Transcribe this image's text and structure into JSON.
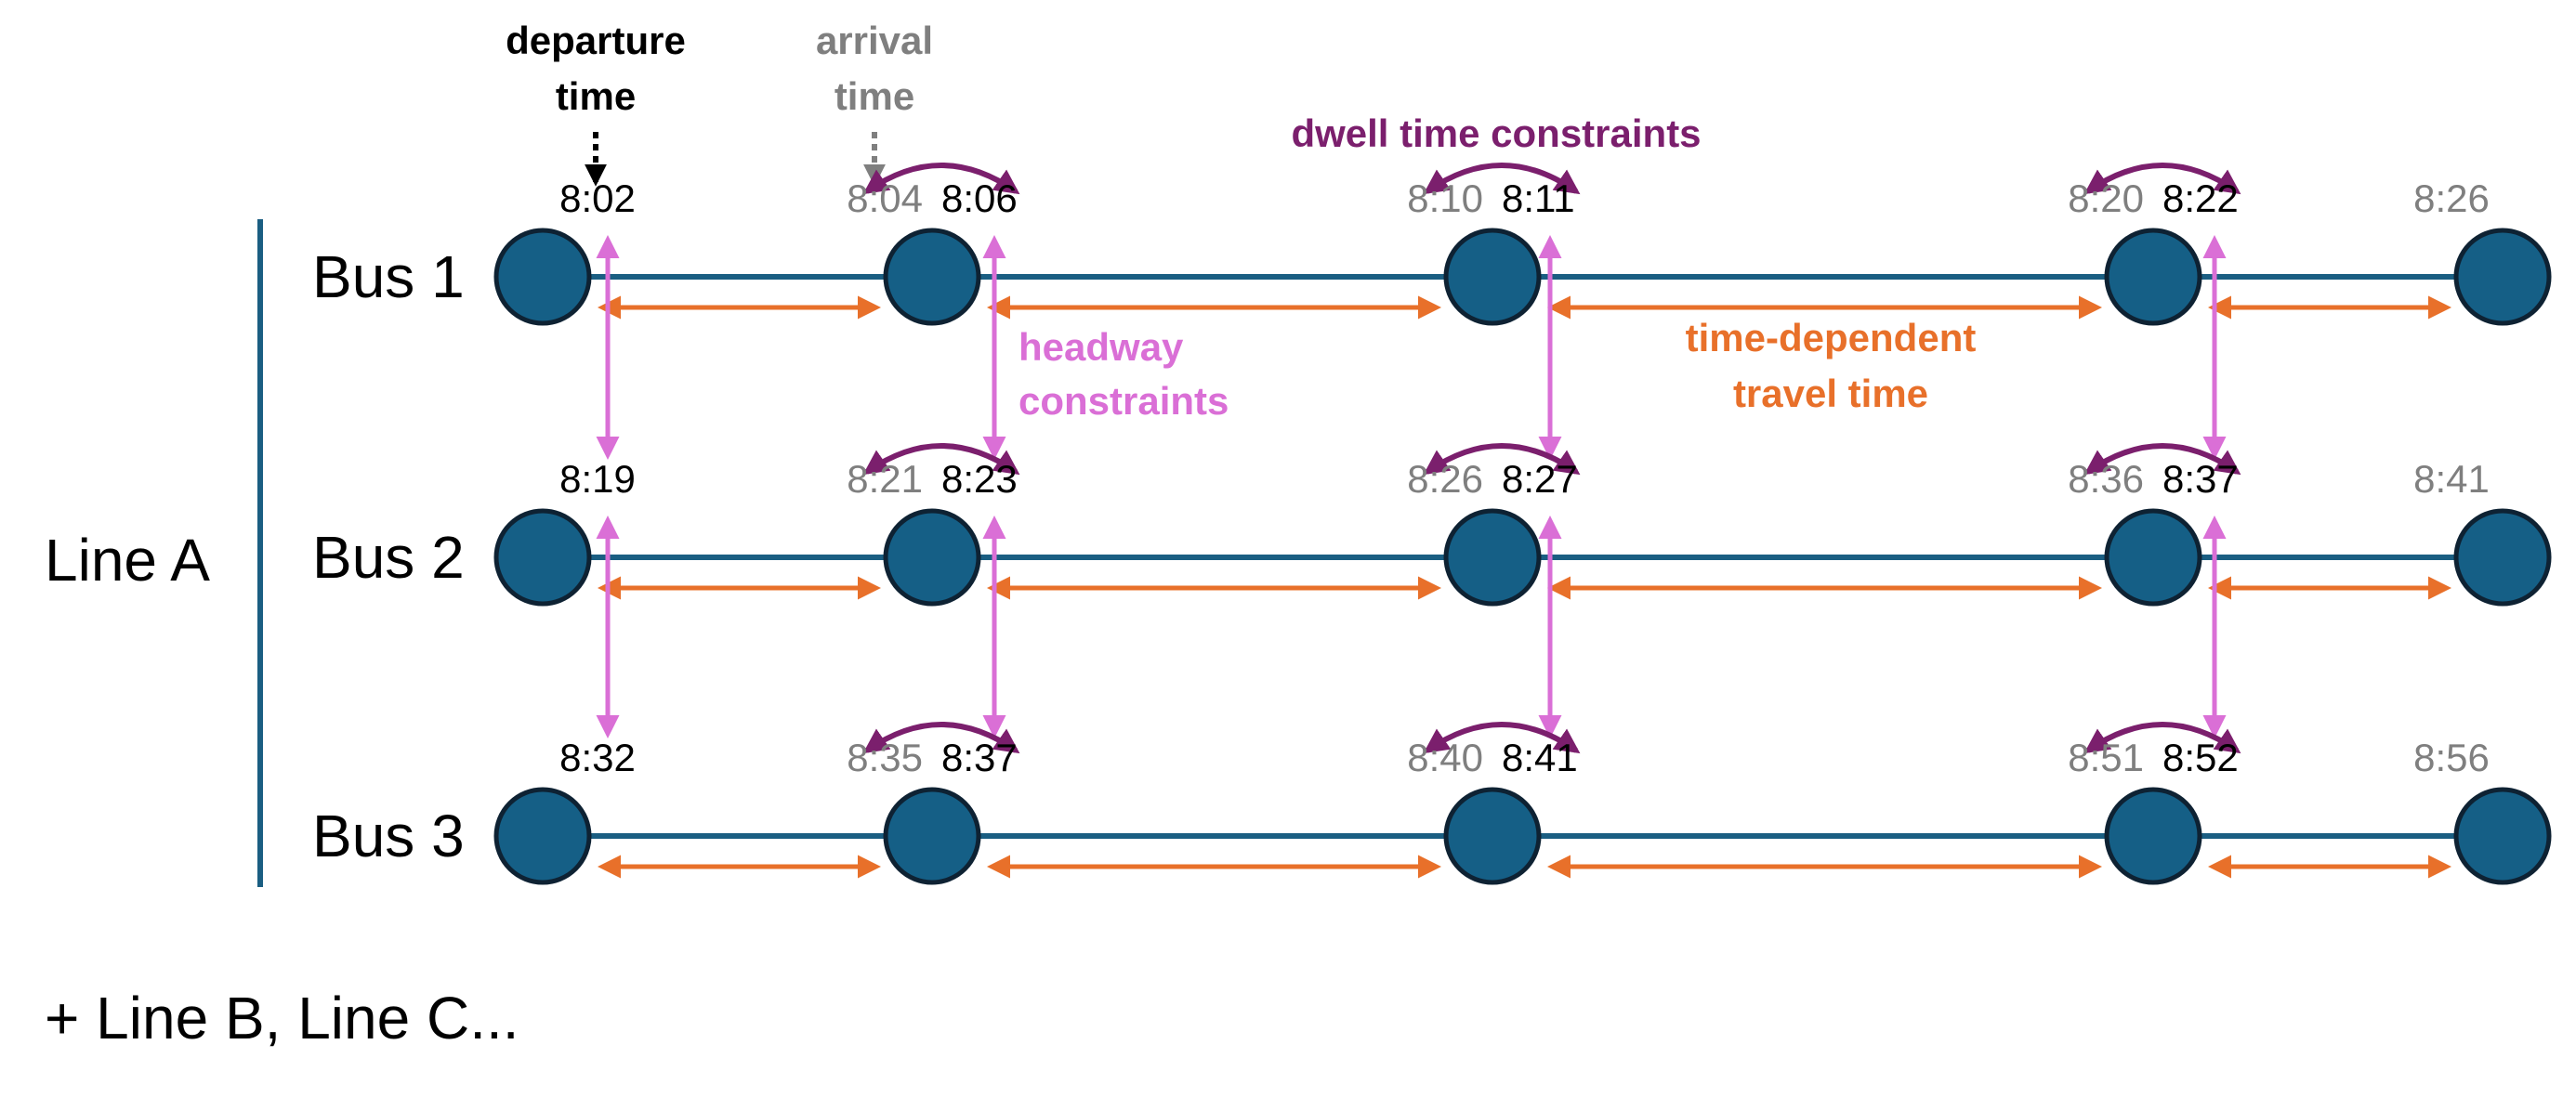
{
  "line_label": "Line A",
  "more_lines": "+ Line B, Line C...",
  "annotations": {
    "departure_line1": "departure",
    "departure_line2": "time",
    "arrival_line1": "arrival",
    "arrival_line2": "time",
    "dwell": "dwell time constraints",
    "headway_line1": "headway",
    "headway_line2": "constraints",
    "travel_line1": "time-dependent",
    "travel_line2": "travel time"
  },
  "colors": {
    "route": "#1a5e82",
    "stop_fill": "#155f86",
    "stop_stroke": "#0e2233",
    "departure_text": "#000000",
    "arrival_text": "#7f7f7f",
    "dwell": "#7b1f6d",
    "headway": "#da6fd6",
    "travel": "#e8702a"
  },
  "buses": [
    {
      "label": "Bus 1",
      "stops": [
        {
          "arr": "",
          "dep": "8:02"
        },
        {
          "arr": "8:04",
          "dep": "8:06"
        },
        {
          "arr": "8:10",
          "dep": "8:11"
        },
        {
          "arr": "8:20",
          "dep": "8:22"
        },
        {
          "arr": "8:26",
          "dep": ""
        }
      ]
    },
    {
      "label": "Bus 2",
      "stops": [
        {
          "arr": "",
          "dep": "8:19"
        },
        {
          "arr": "8:21",
          "dep": "8:23"
        },
        {
          "arr": "8:26",
          "dep": "8:27"
        },
        {
          "arr": "8:36",
          "dep": "8:37"
        },
        {
          "arr": "8:41",
          "dep": ""
        }
      ]
    },
    {
      "label": "Bus 3",
      "stops": [
        {
          "arr": "",
          "dep": "8:32"
        },
        {
          "arr": "8:35",
          "dep": "8:37"
        },
        {
          "arr": "8:40",
          "dep": "8:41"
        },
        {
          "arr": "8:51",
          "dep": "8:52"
        },
        {
          "arr": "8:56",
          "dep": ""
        }
      ]
    }
  ]
}
